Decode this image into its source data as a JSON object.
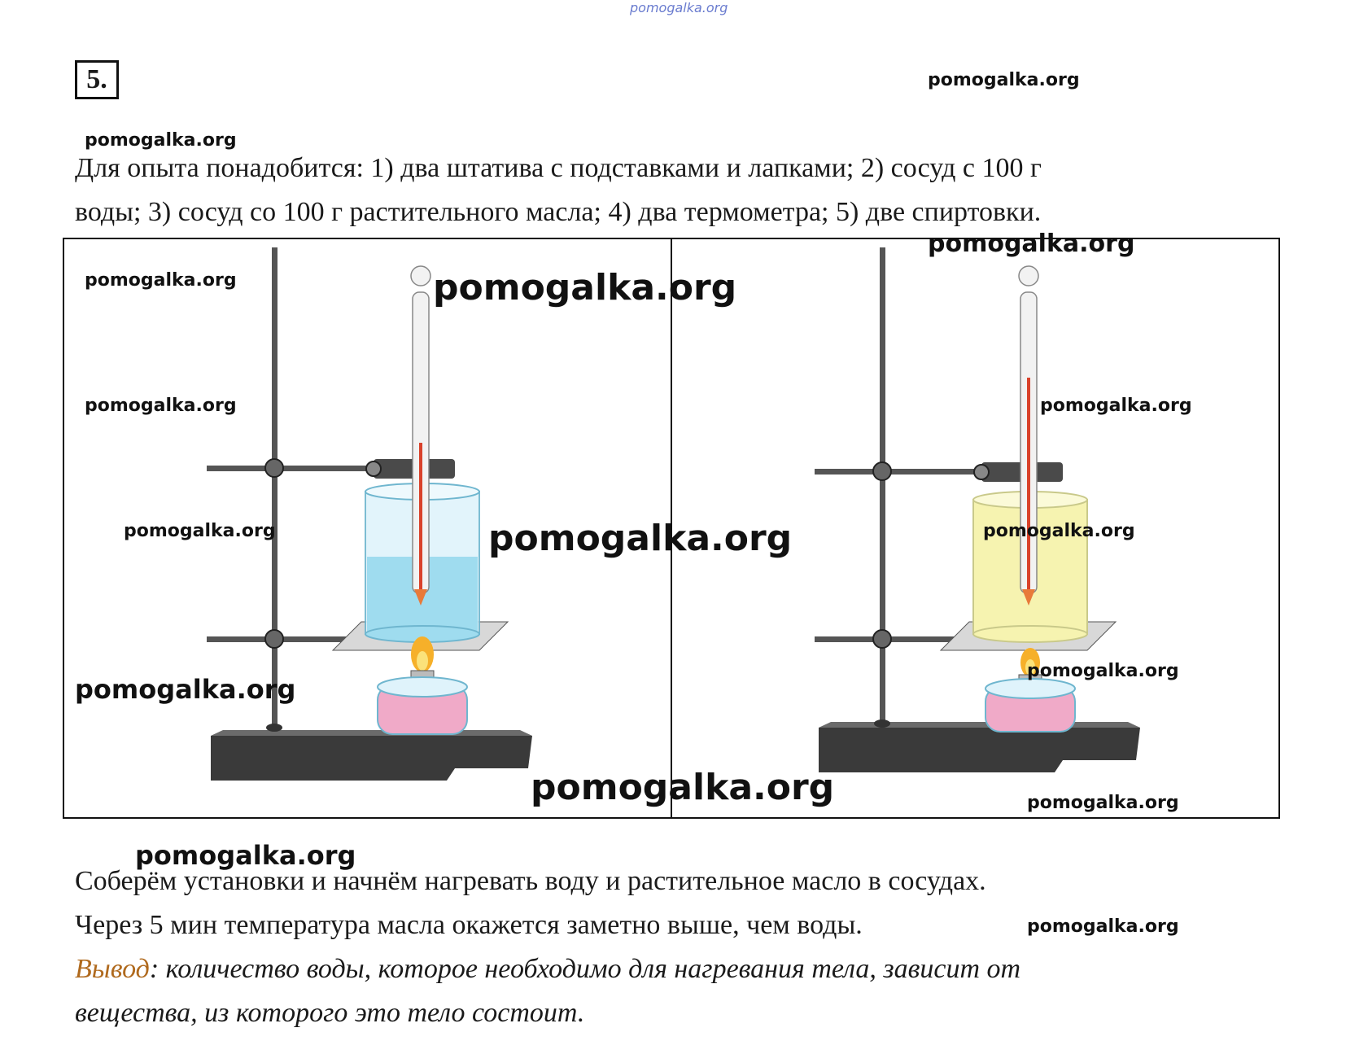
{
  "header": {
    "top_watermark": "pomogalka.org"
  },
  "task": {
    "number": "5."
  },
  "intro": {
    "line1": "Для опыта понадобится: 1) два штатива с подставками и лапками; 2) сосуд с 100 г",
    "line2": "воды;  3) сосуд со 100 г растительного масла; 4) два термометра; 5) две спиртовки."
  },
  "watermarks": {
    "w1": "pomogalka.org",
    "w2": "pomogalka.org",
    "w3": "pomogalka.org",
    "w4": "pomogalka.org",
    "w5": "pomogalka.org",
    "w6": "pomogalka.org",
    "w7": "pomogalka.org",
    "w8": "pomogalka.org",
    "w9": "pomogalka.org",
    "w10": "pomogalka.org",
    "w11": "pomogalka.org",
    "w12": "pomogalka.org",
    "w13": "pomogalka.org",
    "w14": "pomogalka.org",
    "w15": "pomogalka.org",
    "w16": "pomogalka.org"
  },
  "figure": {
    "left_liquid_color": "#9fdcef",
    "right_liquid_color": "#f6f3b0"
  },
  "body": {
    "line1": "Соберём установки и начнём нагревать воду и растительное масло в сосудах.",
    "line2": "Через 5 мин температура масла окажется заметно выше, чем воды."
  },
  "conclusion": {
    "label": "Вывод",
    "line1_rest": ": количество воды, которое необходимо для нагревания тела, зависит от",
    "line2": "вещества, из которого это тело состоит."
  }
}
